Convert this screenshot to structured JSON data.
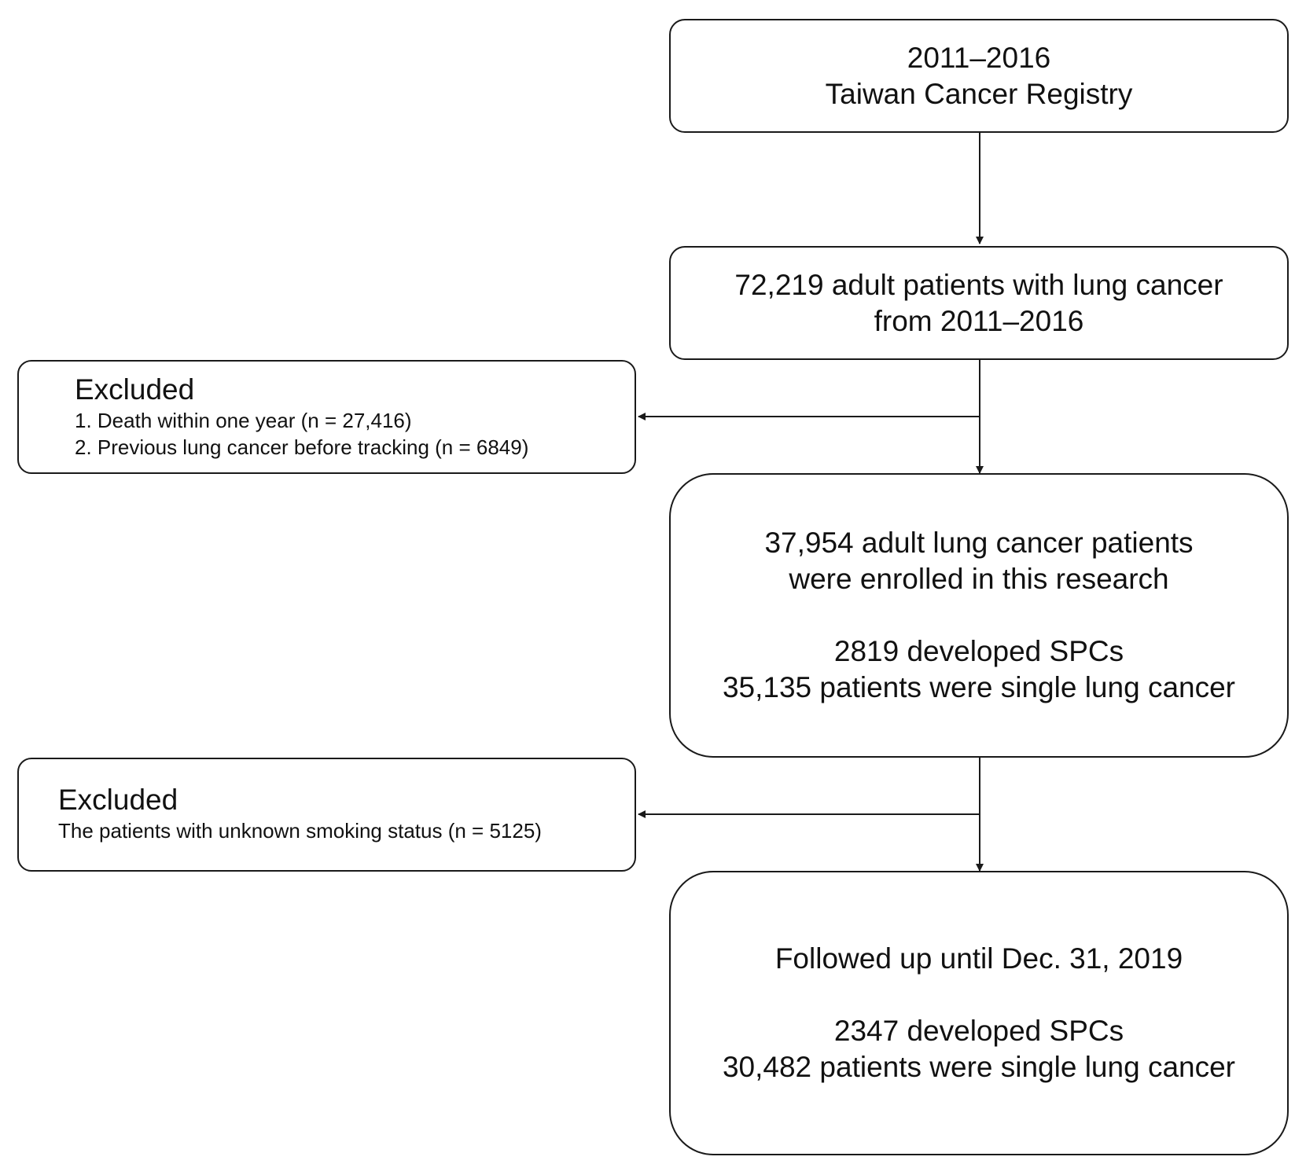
{
  "box_registry": {
    "line1": "2011–2016",
    "line2": "Taiwan Cancer Registry"
  },
  "box_adults": {
    "line1": "72,219 adult patients with lung cancer",
    "line2": "from 2011–2016"
  },
  "exclusion_1": {
    "title": "Excluded",
    "items": [
      "1. Death within one year (n = 27,416)",
      "2. Previous lung cancer before tracking (n = 6849)"
    ]
  },
  "box_enrolled": {
    "line1": "37,954 adult lung cancer patients",
    "line2": "were enrolled in this research",
    "line3": "2819 developed SPCs",
    "line4": "35,135 patients were single lung cancer"
  },
  "exclusion_2": {
    "title": "Excluded",
    "items": [
      "The patients with unknown smoking status (n = 5125)"
    ]
  },
  "box_followup": {
    "line1": "Followed up until Dec. 31, 2019",
    "line2": "2347 developed SPCs",
    "line3": "30,482 patients were single lung cancer"
  }
}
